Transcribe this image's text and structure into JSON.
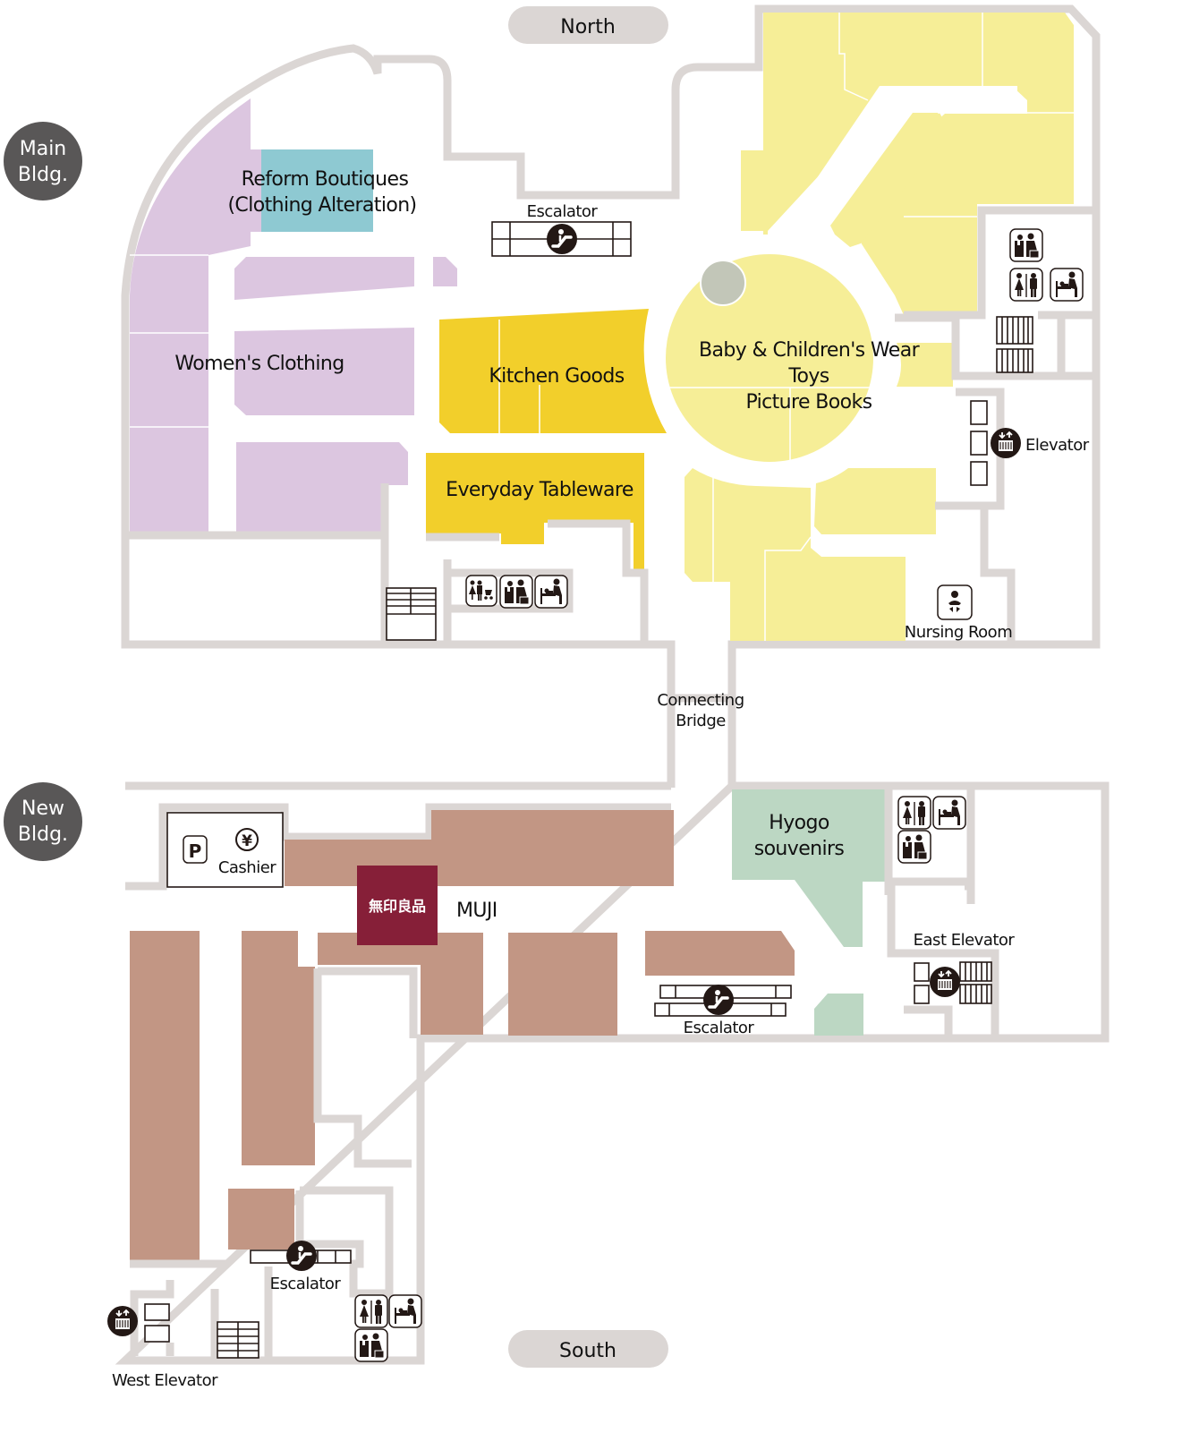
{
  "map": {
    "compass": {
      "north": "North",
      "south": "South"
    },
    "buildings": {
      "main": {
        "line1": "Main",
        "line2": "Bldg."
      },
      "new": {
        "line1": "New",
        "line2": "Bldg."
      }
    },
    "colors": {
      "womens_clothing": "#dcc6e0",
      "reform_boutiques": "#8ec9d2",
      "kitchen_tableware": "#f2cf2b",
      "children_area": "#f6ee97",
      "new_bldg_shops": "#c29684",
      "muji_logo": "#861f38",
      "hyogo_souvenirs": "#bcd7c3",
      "walls": "#dbd6d4",
      "building_badge": "#595757"
    },
    "main_building": {
      "areas": {
        "reform_boutiques": {
          "line1": "Reform Boutiques",
          "line2": "(Clothing Alteration)"
        },
        "womens_clothing": "Women's Clothing",
        "kitchen_goods": "Kitchen Goods",
        "everyday_tableware": "Everyday Tableware",
        "children": {
          "line1": "Baby & Children's Wear",
          "line2": "Toys",
          "line3": "Picture Books"
        }
      },
      "facilities": {
        "escalator": "Escalator",
        "elevator": "Elevator",
        "nursing_room": "Nursing Room"
      },
      "icons": [
        "escalator-icon",
        "elevator-icon",
        "restroom-icon",
        "multipurpose-restroom-icon",
        "baby-changing-icon",
        "nursing-room-icon",
        "stairs-icon",
        "family-restroom-icon"
      ]
    },
    "connecting_bridge": {
      "line1": "Connecting",
      "line2": "Bridge"
    },
    "new_building": {
      "areas": {
        "cashier": "Cashier",
        "parking_icon_label": "P",
        "yen_icon_label": "¥",
        "muji_logo_text": "無印良品",
        "muji": "MUJI",
        "hyogo_souvenirs": {
          "line1": "Hyogo",
          "line2": "souvenirs"
        }
      },
      "facilities": {
        "escalator_center": "Escalator",
        "escalator_west": "Escalator",
        "east_elevator": "East Elevator",
        "west_elevator": "West Elevator"
      }
    }
  }
}
